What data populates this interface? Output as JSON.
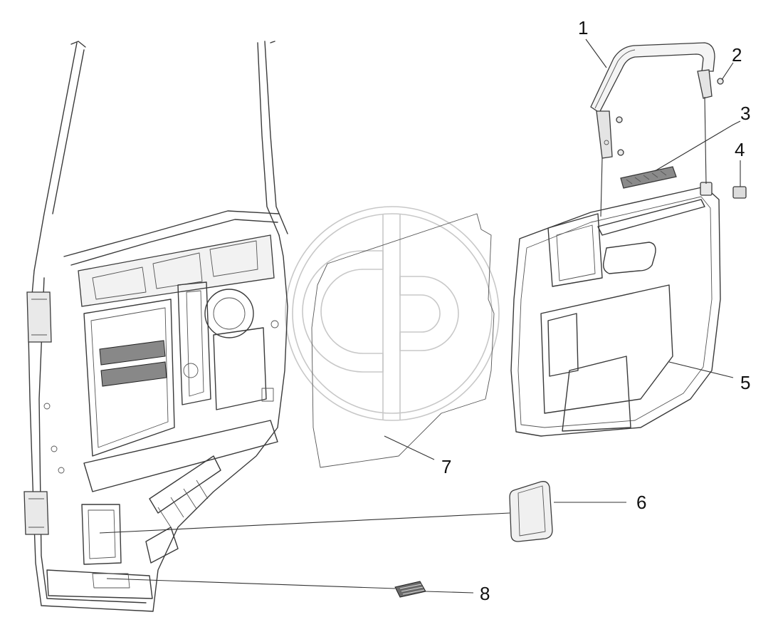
{
  "callouts": [
    {
      "id": "1",
      "label": "1"
    },
    {
      "id": "2",
      "label": "2"
    },
    {
      "id": "3",
      "label": "3"
    },
    {
      "id": "4",
      "label": "4"
    },
    {
      "id": "5",
      "label": "5"
    },
    {
      "id": "6",
      "label": "6"
    },
    {
      "id": "7",
      "label": "7"
    },
    {
      "id": "8",
      "label": "8"
    }
  ],
  "colors": {
    "line": "#3a3a3a",
    "watermark": "#c8c8c8",
    "background": "#ffffff"
  },
  "icons": {
    "watermark": "gp-logo-watermark"
  }
}
